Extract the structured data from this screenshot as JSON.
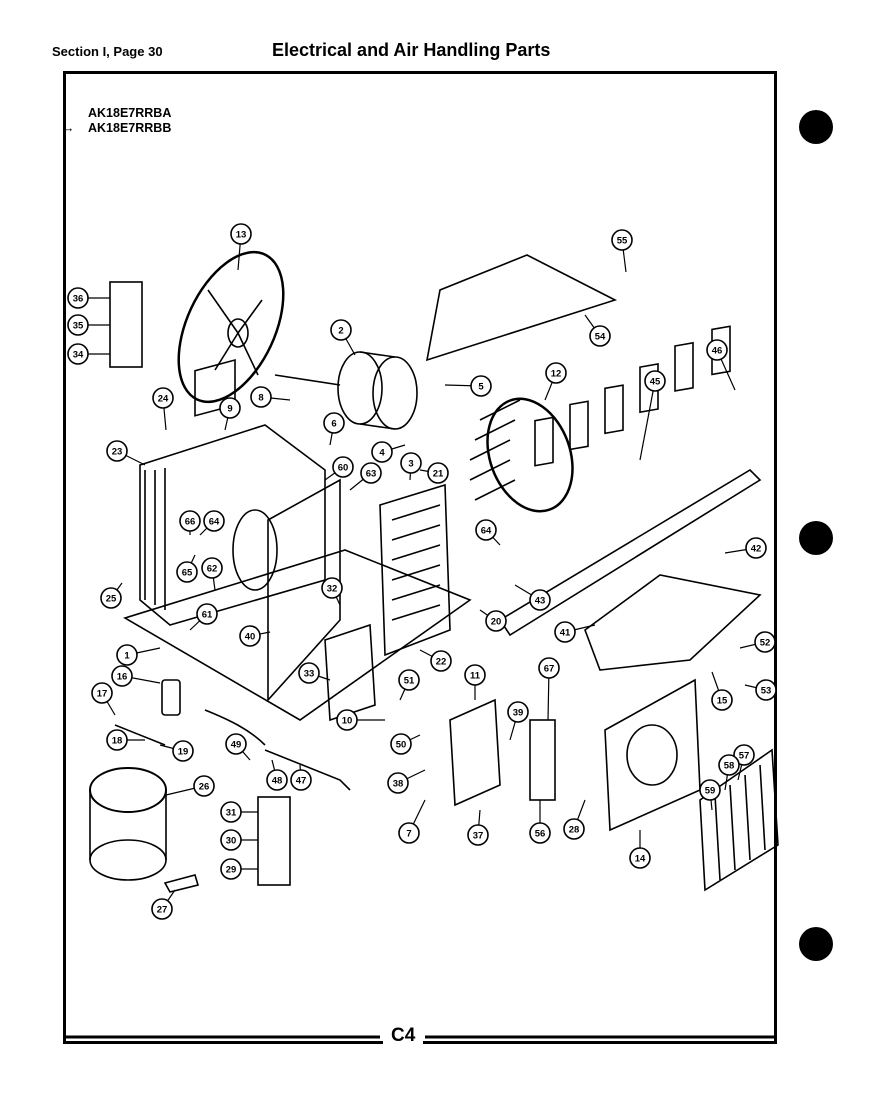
{
  "header": {
    "section": "Section I, Page 30",
    "title": "Electrical and Air Handling Parts"
  },
  "models": [
    "AK18E7RRBA",
    "AK18E7RRBB"
  ],
  "footer": {
    "code": "C4"
  },
  "callouts": [
    {
      "id": "c13",
      "label": "13"
    },
    {
      "id": "c55",
      "label": "55"
    },
    {
      "id": "c36",
      "label": "36"
    },
    {
      "id": "c35",
      "label": "35"
    },
    {
      "id": "c34",
      "label": "34"
    },
    {
      "id": "c2",
      "label": "2"
    },
    {
      "id": "c54",
      "label": "54"
    },
    {
      "id": "c5",
      "label": "5"
    },
    {
      "id": "c12",
      "label": "12"
    },
    {
      "id": "c46",
      "label": "46"
    },
    {
      "id": "c8",
      "label": "8"
    },
    {
      "id": "c24",
      "label": "24"
    },
    {
      "id": "c9",
      "label": "9"
    },
    {
      "id": "c45",
      "label": "45"
    },
    {
      "id": "c6",
      "label": "6"
    },
    {
      "id": "c23",
      "label": "23"
    },
    {
      "id": "c4",
      "label": "4"
    },
    {
      "id": "c3",
      "label": "3"
    },
    {
      "id": "c21",
      "label": "21"
    },
    {
      "id": "c60",
      "label": "60"
    },
    {
      "id": "c63",
      "label": "63"
    },
    {
      "id": "c66",
      "label": "66"
    },
    {
      "id": "c64a",
      "label": "64"
    },
    {
      "id": "c64b",
      "label": "64"
    },
    {
      "id": "c65",
      "label": "65"
    },
    {
      "id": "c62",
      "label": "62"
    },
    {
      "id": "c42",
      "label": "42"
    },
    {
      "id": "c25",
      "label": "25"
    },
    {
      "id": "c32",
      "label": "32"
    },
    {
      "id": "c61",
      "label": "61"
    },
    {
      "id": "c43",
      "label": "43"
    },
    {
      "id": "c20",
      "label": "20"
    },
    {
      "id": "c40",
      "label": "40"
    },
    {
      "id": "c41",
      "label": "41"
    },
    {
      "id": "c52",
      "label": "52"
    },
    {
      "id": "c1",
      "label": "1"
    },
    {
      "id": "c22",
      "label": "22"
    },
    {
      "id": "c53",
      "label": "53"
    },
    {
      "id": "c16",
      "label": "16"
    },
    {
      "id": "c33",
      "label": "33"
    },
    {
      "id": "c11",
      "label": "11"
    },
    {
      "id": "c67",
      "label": "67"
    },
    {
      "id": "c15",
      "label": "15"
    },
    {
      "id": "c17",
      "label": "17"
    },
    {
      "id": "c51",
      "label": "51"
    },
    {
      "id": "c10",
      "label": "10"
    },
    {
      "id": "c39",
      "label": "39"
    },
    {
      "id": "c18",
      "label": "18"
    },
    {
      "id": "c19",
      "label": "19"
    },
    {
      "id": "c50",
      "label": "50"
    },
    {
      "id": "c49",
      "label": "49"
    },
    {
      "id": "c38",
      "label": "38"
    },
    {
      "id": "c48",
      "label": "48"
    },
    {
      "id": "c47",
      "label": "47"
    },
    {
      "id": "c57",
      "label": "57"
    },
    {
      "id": "c58",
      "label": "58"
    },
    {
      "id": "c59",
      "label": "59"
    },
    {
      "id": "c26",
      "label": "26"
    },
    {
      "id": "c31",
      "label": "31"
    },
    {
      "id": "c30",
      "label": "30"
    },
    {
      "id": "c28",
      "label": "28"
    },
    {
      "id": "c7",
      "label": "7"
    },
    {
      "id": "c37",
      "label": "37"
    },
    {
      "id": "c56",
      "label": "56"
    },
    {
      "id": "c29",
      "label": "29"
    },
    {
      "id": "c14",
      "label": "14"
    },
    {
      "id": "c27",
      "label": "27"
    }
  ]
}
